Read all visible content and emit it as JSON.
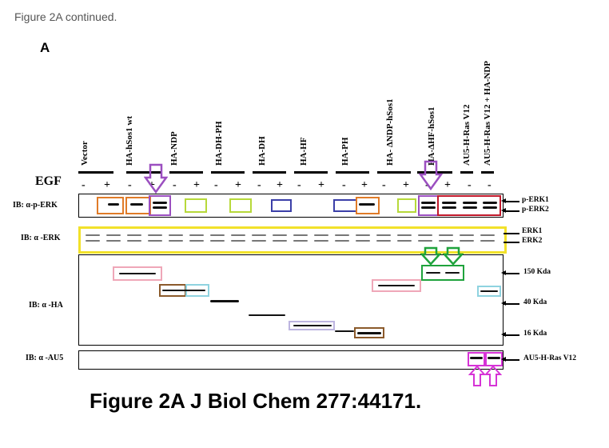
{
  "caption_top": "Figure 2A continued.",
  "panel_letter": "A",
  "egf_label": "EGF",
  "lanes": [
    {
      "label": "Vector"
    },
    {
      "label": "HA-hSos1 wt"
    },
    {
      "label": "HA-NDP"
    },
    {
      "label": "HA-DH-PH"
    },
    {
      "label": "HA-DH"
    },
    {
      "label": "HA-HF"
    },
    {
      "label": "HA-PH"
    },
    {
      "label": "HA- ΔNDP-hSos1"
    },
    {
      "label": "HA-ΔHF-hSos1"
    },
    {
      "label": "AU5-H-Ras V12"
    },
    {
      "label": "AU5-H-Ras V12 + HA-NDP"
    }
  ],
  "egf_signs": [
    "-",
    "+",
    "-",
    "+",
    "-",
    "+",
    "-",
    "+",
    "-",
    "+",
    "-",
    "+",
    "-",
    "+",
    "-",
    "+",
    "-",
    "+",
    "-",
    "-"
  ],
  "rows": {
    "perk": "IB: α-p-ERK",
    "erk": "IB: α -ERK",
    "ha": "IB: α -HA",
    "au5": "IB: α -AU5"
  },
  "right_labels": {
    "perk1": "p-ERK1",
    "perk2": "p-ERK2",
    "erk1": "ERK1",
    "erk2": "ERK2",
    "kda150": "150 Kda",
    "kda40": "40 Kda",
    "kda16": "16 Kda",
    "au5ras": "AU5-H-Ras V12"
  },
  "bottom_caption": "Figure 2A J Biol Chem 277:44171.",
  "colors": {
    "orange": "#e07b28",
    "purple": "#9b4fc0",
    "lime": "#b7d93a",
    "blue": "#3b3fa8",
    "red": "#c0182a",
    "yellow": "#f2e12a",
    "green": "#1fa33c",
    "pink": "#efa7b8",
    "brown": "#8b5a2b",
    "lightblue": "#8fd3e0",
    "lavender": "#bdb5e0",
    "magenta": "#d633d6"
  }
}
